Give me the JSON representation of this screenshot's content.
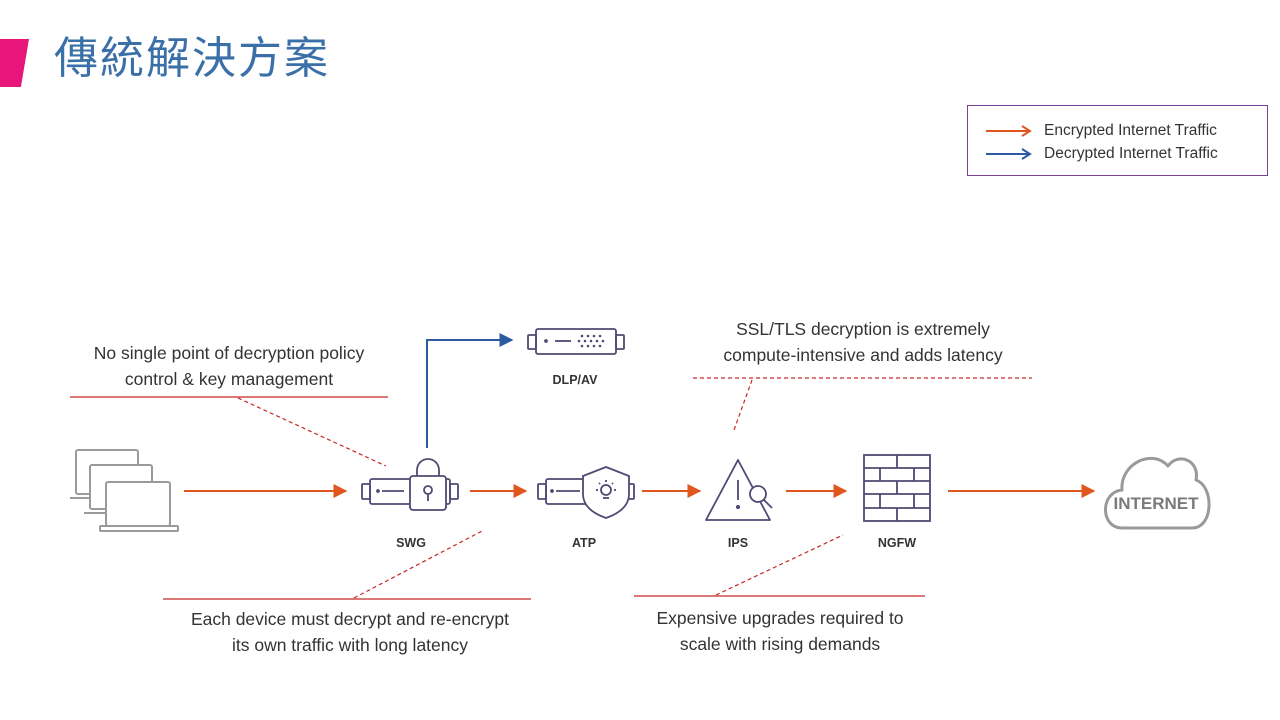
{
  "title": "傳統解決方案",
  "legend": {
    "encrypted": "Encrypted Internet Traffic",
    "decrypted": "Decrypted Internet Traffic"
  },
  "colors": {
    "title": "#3a6fa8",
    "accent": "#e8157a",
    "encrypted": "#e0561f",
    "decrypted": "#2c5aa0",
    "annotation": "#c62828",
    "device": "#4e4a73",
    "legend_border": "#7a3f97"
  },
  "nodes": {
    "swg": "SWG",
    "atp": "ATP",
    "ips": "IPS",
    "ngfw": "NGFW",
    "dlp": "DLP/AV",
    "internet": "INTERNET"
  },
  "notes": {
    "top_left": [
      "No single point of decryption policy",
      "control & key management"
    ],
    "top_right": [
      "SSL/TLS decryption is extremely",
      "compute-intensive and adds latency"
    ],
    "bottom_left": [
      "Each device must decrypt and re-encrypt",
      "its own traffic with long latency"
    ],
    "bottom_right": [
      "Expensive upgrades required to",
      "scale with rising demands"
    ]
  },
  "icons": [
    "laptop-stack-icon",
    "swg-appliance-lock-icon",
    "dlp-appliance-icon",
    "atp-appliance-shield-icon",
    "ips-warning-icon",
    "ngfw-brick-wall-icon",
    "internet-cloud-icon"
  ]
}
